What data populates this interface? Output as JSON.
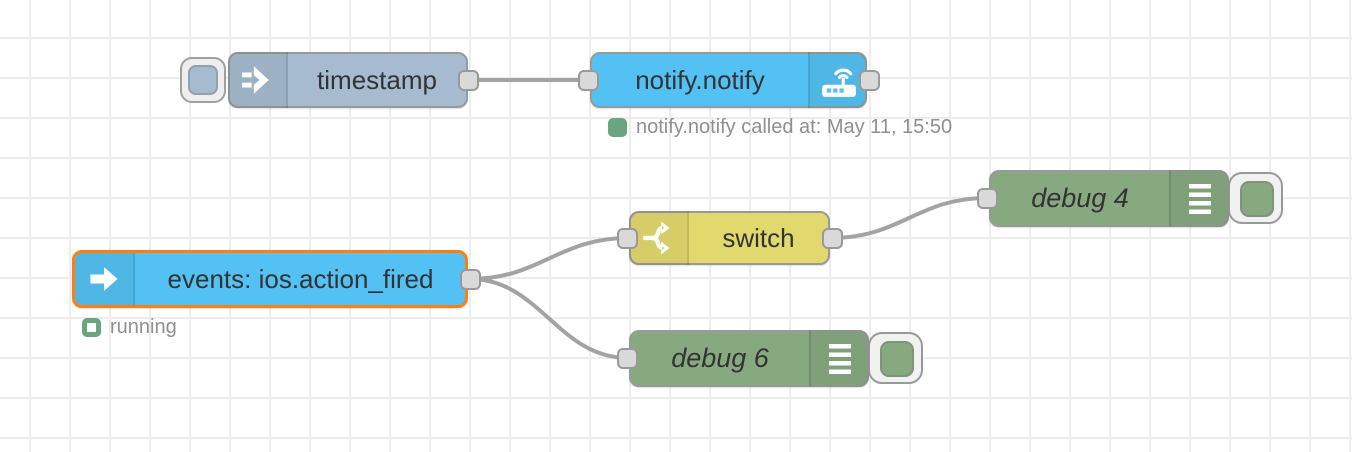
{
  "editor": {
    "description": "Node-RED flow canvas",
    "colors": {
      "inject_node": "#a6bbcf",
      "home_assistant_node": "#53c1f3",
      "switch_node": "#e2d96e",
      "debug_node": "#87a980",
      "selected_border": "#ff7f0e",
      "wire": "#a3a3a3",
      "port_fill": "#d9d9d9",
      "port_border": "#999999",
      "status_green": "#69a57f",
      "status_text": "#8f8f8f",
      "grid_line": "#ededed"
    }
  },
  "nodes": {
    "timestamp": {
      "label": "timestamp",
      "type": "inject",
      "icon": "inject-arrow-icon",
      "has_button": true
    },
    "notify": {
      "label": "notify.notify",
      "type": "ha-call-service",
      "icon": "router-icon",
      "status_text": "notify.notify called at: May 11, 15:50",
      "status_shape": "dot",
      "status_color": "green"
    },
    "events": {
      "label": "events: ios.action_fired",
      "type": "ha-events",
      "icon": "arrow-right-icon",
      "status_text": "running",
      "status_shape": "ring",
      "status_color": "green",
      "selected": true
    },
    "switch": {
      "label": "switch",
      "type": "switch",
      "icon": "fork-icon"
    },
    "debug4": {
      "label": "debug 4",
      "type": "debug",
      "icon": "debug-list-icon",
      "toggle_enabled": true
    },
    "debug6": {
      "label": "debug 6",
      "type": "debug",
      "icon": "debug-list-icon",
      "toggle_enabled": true
    }
  },
  "wires": [
    {
      "from": "timestamp",
      "to": "notify"
    },
    {
      "from": "events",
      "to": "switch"
    },
    {
      "from": "events",
      "to": "debug6"
    },
    {
      "from": "switch",
      "to": "debug4"
    }
  ]
}
